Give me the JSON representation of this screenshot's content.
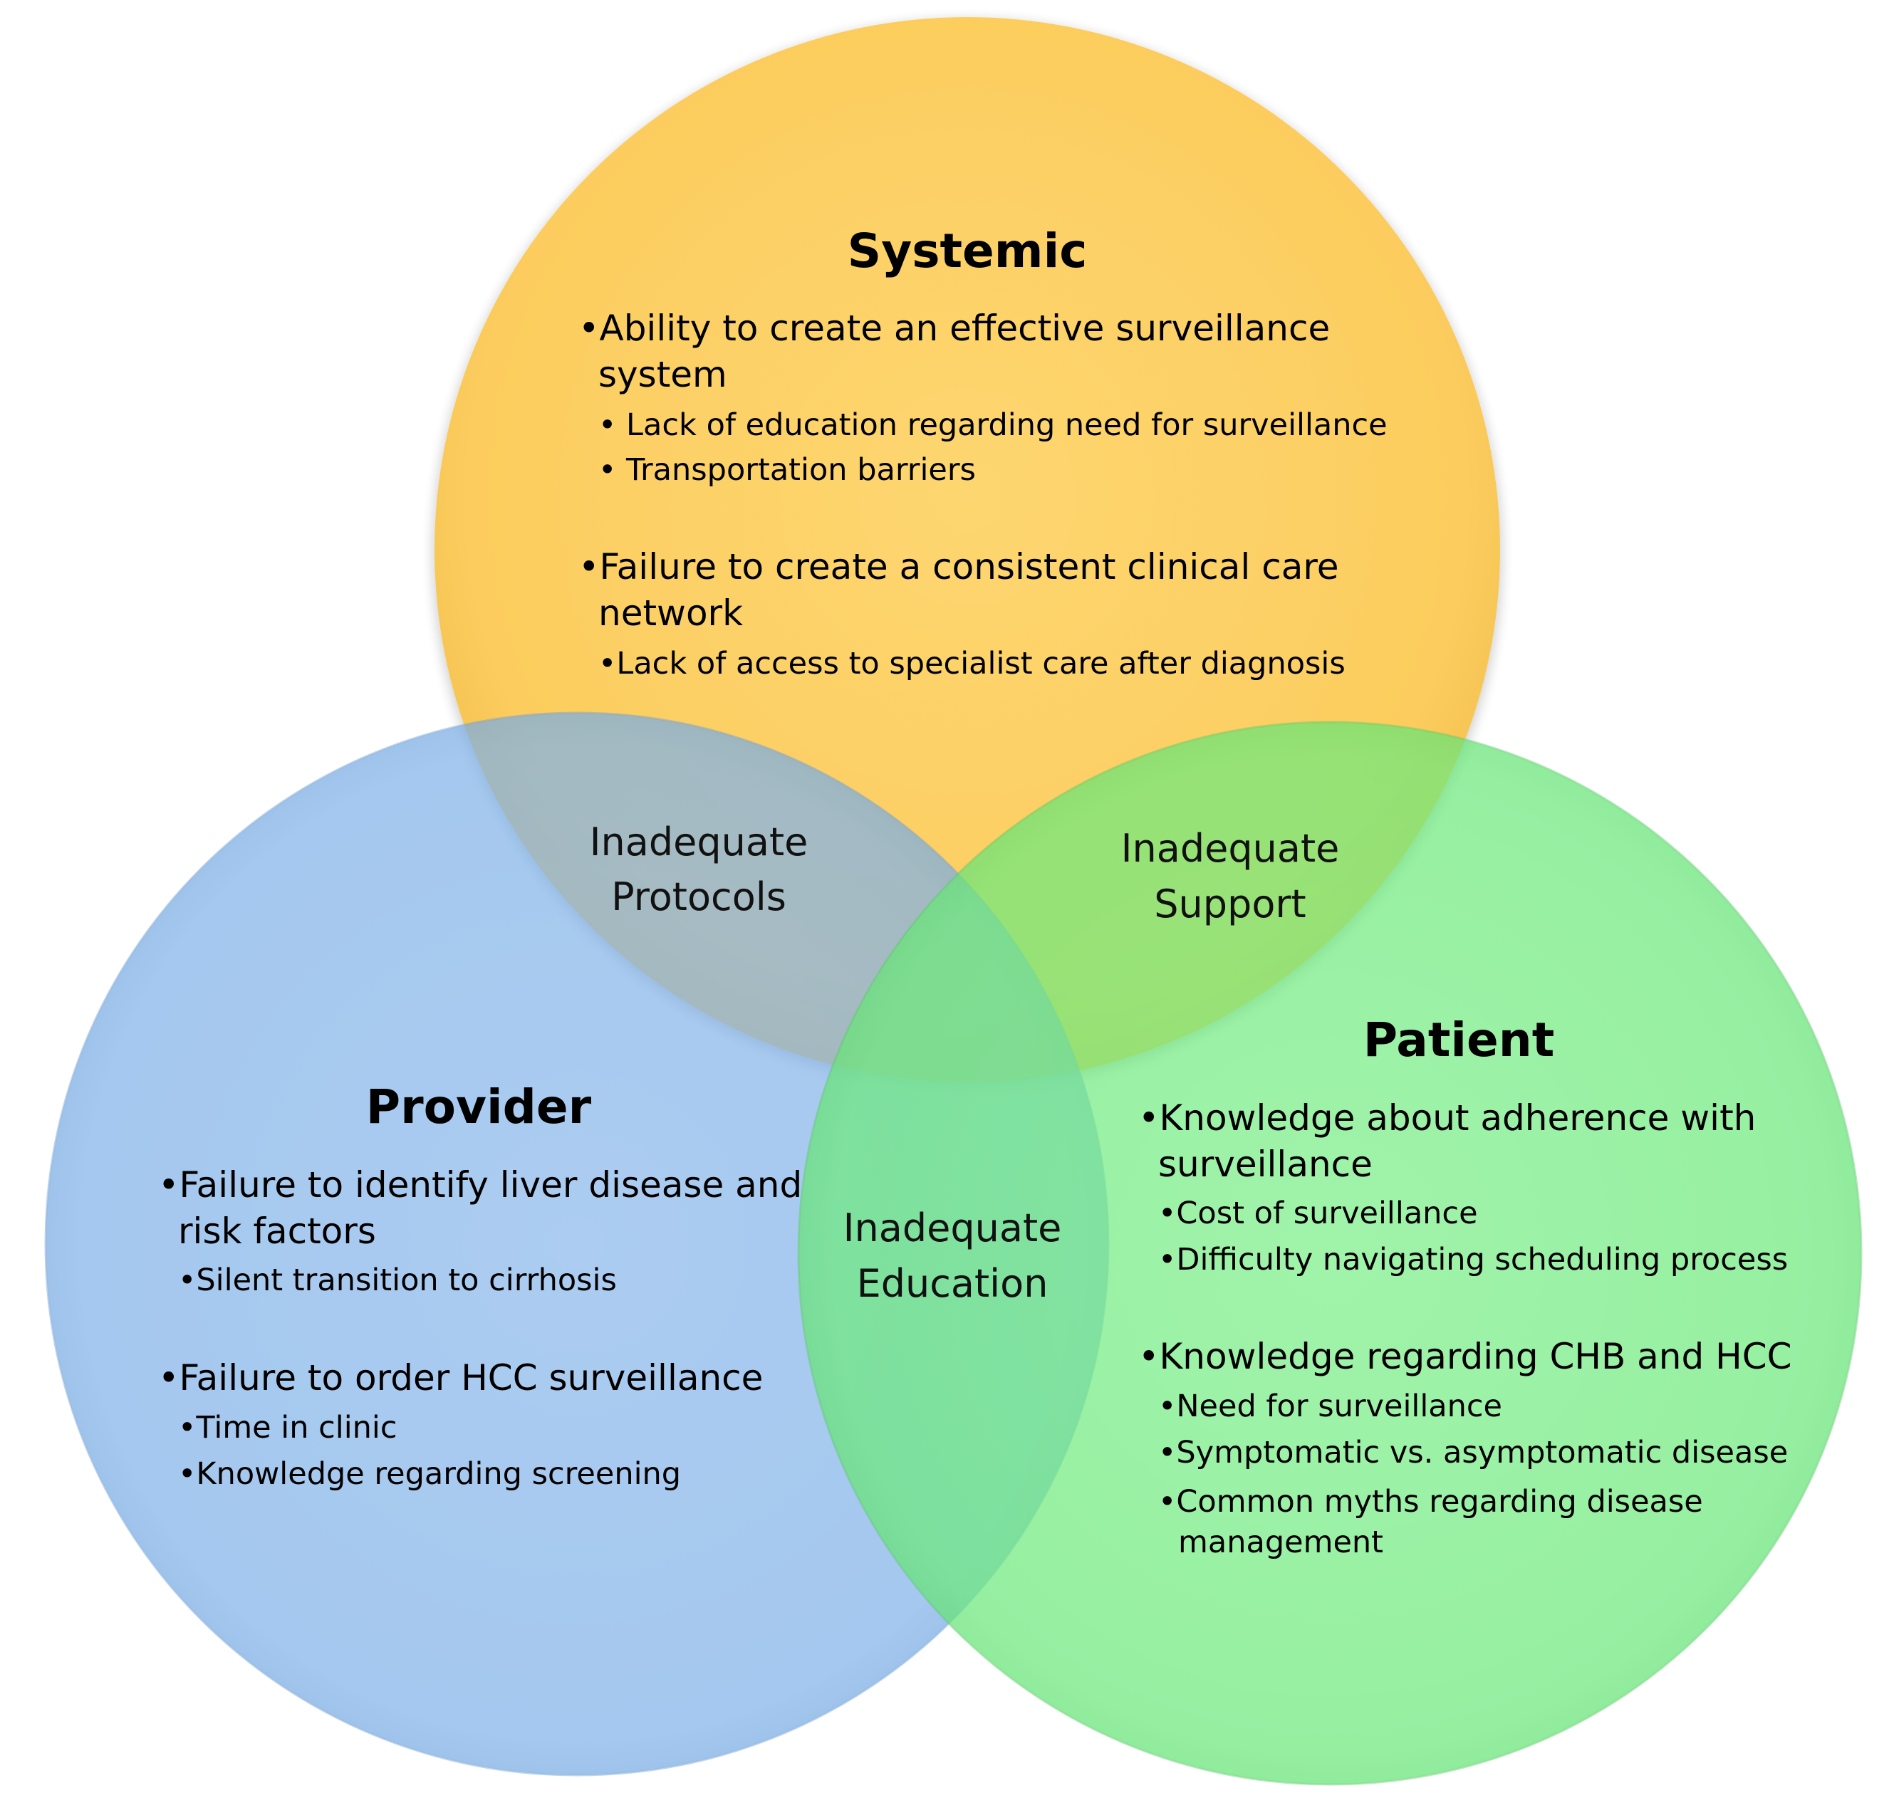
{
  "circles": {
    "systemic": {
      "title": "Systemic",
      "color": "#FDCB58",
      "items": [
        {
          "text_lines": [
            "•Ability to create an effective surveillance",
            "system"
          ],
          "sub": [
            "Lack of education regarding need for surveillance",
            "Transportation barriers"
          ]
        },
        {
          "text_lines": [
            "•Failure to create a consistent clinical care",
            "network"
          ],
          "sub": [
            "Lack of access to specialist care after diagnosis"
          ]
        }
      ]
    },
    "provider": {
      "title": "Provider",
      "color": "#7FB2EA",
      "items": [
        {
          "text_lines": [
            "•Failure to identify liver disease and",
            "risk factors"
          ],
          "sub": [
            "Silent transition to cirrhosis"
          ]
        },
        {
          "text_lines": [
            "•Failure to order HCC surveillance"
          ],
          "sub": [
            "Time in clinic",
            "Knowledge regarding screening"
          ]
        }
      ]
    },
    "patient": {
      "title": "Patient",
      "color": "#6BEA7A",
      "items": [
        {
          "text_lines": [
            "•Knowledge about adherence with",
            "surveillance"
          ],
          "sub": [
            "Cost of surveillance",
            "Difficulty navigating scheduling process"
          ]
        },
        {
          "text_lines": [
            "•Knowledge regarding CHB and HCC"
          ],
          "sub": [
            "Need for surveillance",
            "Symptomatic vs. asymptomatic disease",
            "Common myths regarding disease",
            "management"
          ]
        }
      ]
    }
  },
  "overlaps": {
    "systemic_provider": {
      "lines": [
        "Inadequate",
        "Protocols"
      ]
    },
    "systemic_patient": {
      "lines": [
        "Inadequate",
        "Support"
      ]
    },
    "provider_patient": {
      "lines": [
        "Inadequate",
        "Education"
      ]
    }
  }
}
